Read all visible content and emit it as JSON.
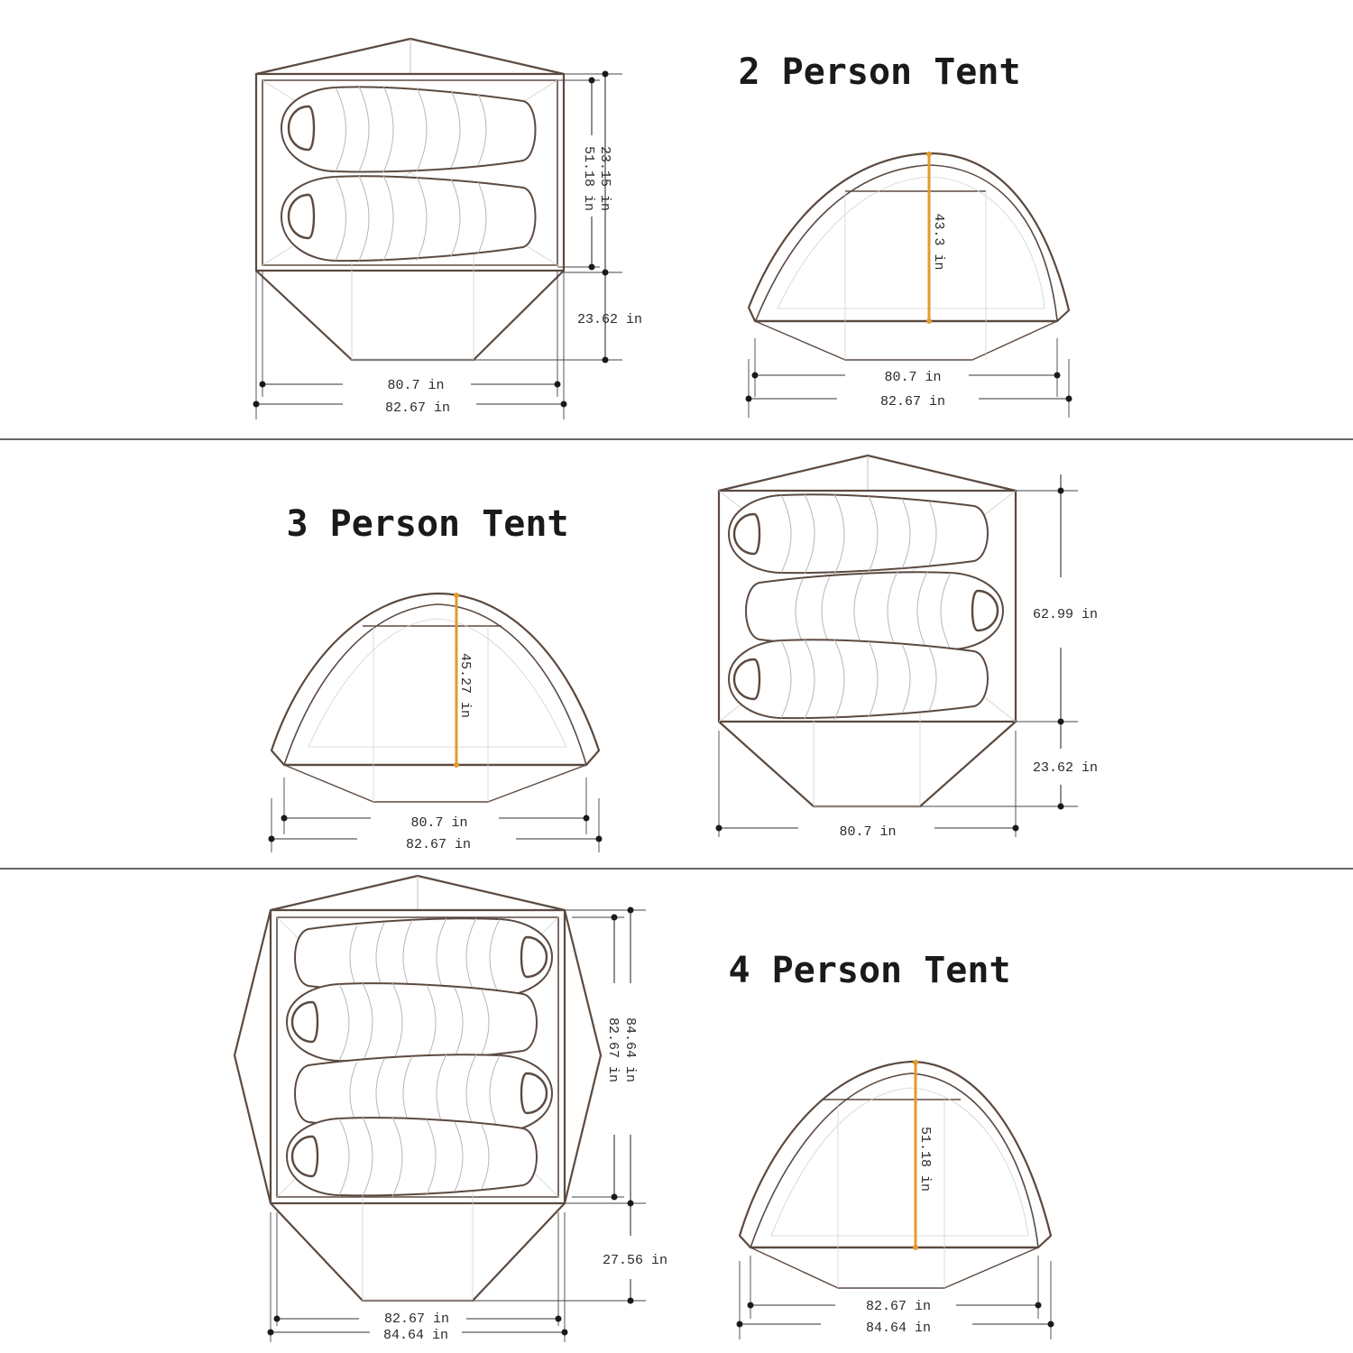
{
  "sections": [
    {
      "title": "2 Person Tent",
      "floor": {
        "width": "80.7 in",
        "width_outer": "82.67 in",
        "depth": "51.18 in",
        "depth_inner": "23.15 in",
        "vestibule": "23.62 in"
      },
      "front": {
        "height": "43.3 in",
        "width": "80.7 in",
        "width_outer": "82.67 in"
      }
    },
    {
      "title": "3 Person Tent",
      "floor": {
        "width": "80.7 in",
        "depth": "62.99 in",
        "vestibule": "23.62 in"
      },
      "front": {
        "height": "45.27 in",
        "width": "80.7 in",
        "width_outer": "82.67 in"
      }
    },
    {
      "title": "4 Person Tent",
      "floor": {
        "width": "82.67 in",
        "width_outer": "84.64 in",
        "depth": "84.64 in",
        "depth_inner": "82.67 in",
        "vestibule": "27.56 in"
      },
      "front": {
        "height": "51.18 in",
        "width": "82.67 in",
        "width_outer": "84.64 in"
      }
    }
  ],
  "colors": {
    "outline": "#5b4a40",
    "height_marker": "#e39a2d",
    "text": "#1a1a1a"
  }
}
